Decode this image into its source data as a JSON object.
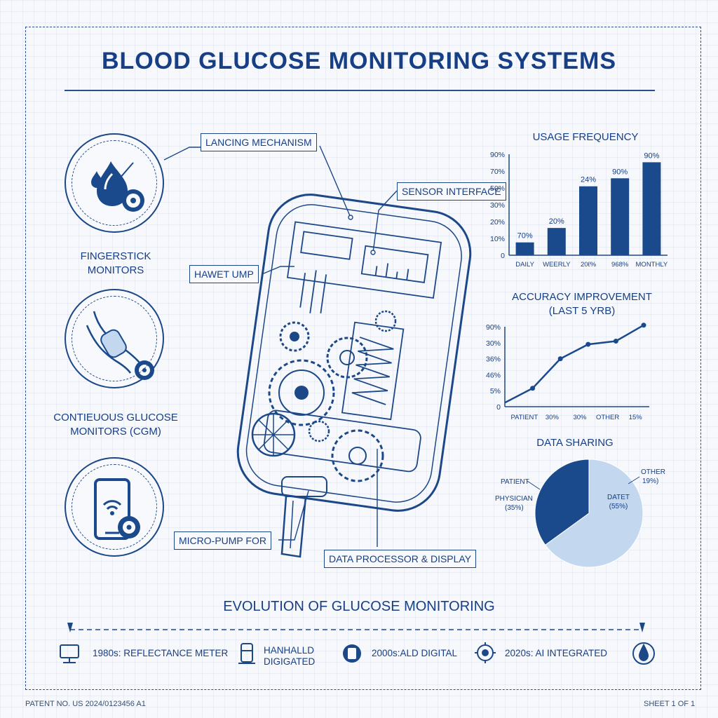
{
  "title": "BLOOD GLUCOSE MONITORING SYSTEMS",
  "categories": [
    {
      "label_line1": "FINGERSTICK",
      "label_line2": "MONITORS"
    },
    {
      "label_line1": "CONTIEUOUS GLUCOSE",
      "label_line2": "MONITORS (CGM)"
    },
    {
      "label_line1": "",
      "label_line2": ""
    }
  ],
  "callouts": {
    "lancing": "LANCING MECHANISM",
    "sensor": "SENSOR INTERFACE",
    "harvest": "HAWET  UMP",
    "micropump": "MICRO-PUMP FOR",
    "processor": "DATA PROCESSOR & DISPLAY"
  },
  "colors": {
    "primary": "#1b4a8c",
    "light": "#c3d8ef",
    "line": "#1d4888"
  },
  "chart_data": [
    {
      "type": "bar",
      "title": "USAGE FREQUENCY",
      "yticks": [
        "0",
        "10%",
        "20%",
        "30%",
        "50%",
        "70%",
        "90%"
      ],
      "categories": [
        "DAILY",
        "WEERLY",
        "20ℓ%",
        "968%",
        "MONTHLY"
      ],
      "values": [
        8,
        17,
        43,
        48,
        58
      ],
      "data_labels": [
        "70%",
        "20%",
        "24%",
        "90%",
        "90%"
      ],
      "ylim": [
        0,
        63
      ]
    },
    {
      "type": "line",
      "title_line1": "ACCURACY IMPROVEMENT",
      "title_line2": "(LAST 5 YRB)",
      "yticks": [
        "0",
        "5%",
        "46%",
        "36%",
        "30%",
        "90%"
      ],
      "categories": [
        "PATIENT",
        "30%",
        "30%",
        "OTHER",
        "15%"
      ],
      "values": [
        0.25,
        1.15,
        3.0,
        3.9,
        4.1,
        5.1
      ],
      "ylim": [
        0,
        5
      ]
    },
    {
      "type": "pie",
      "title": "DATA SHARING",
      "slices": [
        {
          "name": "PHYSICIAN",
          "value": 35,
          "label": "(35%)",
          "color": "#1b4a8c"
        },
        {
          "name": "DATET",
          "value": 65,
          "label": "(55%)",
          "color": "#c3d8ef"
        }
      ],
      "extra_labels": {
        "patient": "PATIENT",
        "other_line1": "OTHER",
        "other_line2": "19%)"
      }
    }
  ],
  "evolution": {
    "title": "EVOLUTION OF GLUCOSE MONITORING",
    "items": [
      {
        "label": "1980s:  REFLECTANCE METER",
        "icon": "monitor-icon"
      },
      {
        "label_line1": "HANHALLD",
        "label_line2": "DIGIGATED",
        "icon": "handheld-icon"
      },
      {
        "label": "2000s:ALD DIGITAL",
        "icon": "digital-meter-icon"
      },
      {
        "label": "2020s: AI INTEGRATED",
        "icon": "ai-chip-icon"
      }
    ]
  },
  "footer": {
    "patent": "PATENT NO. US 2024/0123456 A1",
    "sheet": "SHEET 1 OF 1"
  }
}
